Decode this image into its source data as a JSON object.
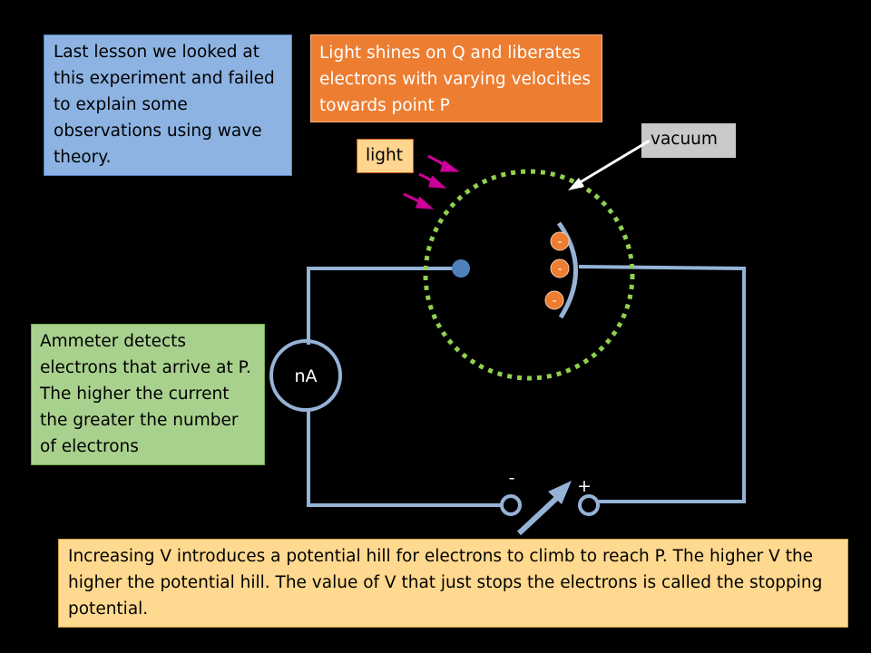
{
  "texts": {
    "last_lesson": "Last lesson we looked at this experiment and failed to explain some observations using wave theory.",
    "light_shines": "Light shines on Q and liberates electrons with varying velocities towards point P",
    "vacuum": "vacuum",
    "light": "light",
    "ammeter": "Ammeter detects electrons that arrive at P. The higher the current the greater the number of electrons",
    "increasing": "Increasing V introduces a potential hill for electrons to climb to reach P. The higher V the higher the potential hill. The value of V that just stops the electrons is called the stopping potential."
  },
  "labels": {
    "meter": "nA",
    "minus_terminal": "-",
    "plus_terminal": "+",
    "electron_1": "-",
    "electron_2": "-",
    "electron_3": "-"
  },
  "colors": {
    "wire": "#95b3d7",
    "tube": "#92d050",
    "arrow_light": "#cc0099",
    "electron": "#ed7d31",
    "point": "#4f81bd"
  }
}
